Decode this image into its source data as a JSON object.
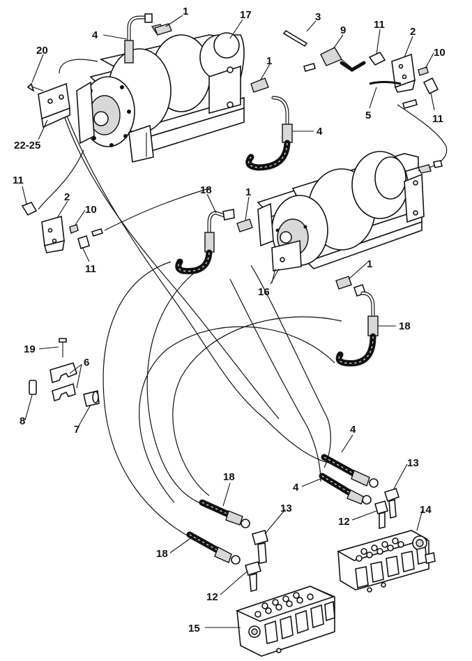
{
  "diagram": {
    "callouts": [
      {
        "id": "c01",
        "text": "1"
      },
      {
        "id": "c02",
        "text": "17"
      },
      {
        "id": "c03",
        "text": "4"
      },
      {
        "id": "c04",
        "text": "20"
      },
      {
        "id": "c05",
        "text": "22-25"
      },
      {
        "id": "c06",
        "text": "3"
      },
      {
        "id": "c07",
        "text": "9"
      },
      {
        "id": "c08",
        "text": "11"
      },
      {
        "id": "c09",
        "text": "2"
      },
      {
        "id": "c10",
        "text": "10"
      },
      {
        "id": "c11",
        "text": "1"
      },
      {
        "id": "c12",
        "text": "5"
      },
      {
        "id": "c13",
        "text": "11"
      },
      {
        "id": "c14",
        "text": "4"
      },
      {
        "id": "c15",
        "text": "11"
      },
      {
        "id": "c16",
        "text": "2"
      },
      {
        "id": "c17",
        "text": "10"
      },
      {
        "id": "c18",
        "text": "11"
      },
      {
        "id": "c19",
        "text": "18"
      },
      {
        "id": "c20",
        "text": "1"
      },
      {
        "id": "c21",
        "text": "1"
      },
      {
        "id": "c22",
        "text": "16"
      },
      {
        "id": "c23",
        "text": "18"
      },
      {
        "id": "c24",
        "text": "19"
      },
      {
        "id": "c25",
        "text": "6"
      },
      {
        "id": "c26",
        "text": "8"
      },
      {
        "id": "c27",
        "text": "7"
      },
      {
        "id": "c28",
        "text": "4"
      },
      {
        "id": "c29",
        "text": "13"
      },
      {
        "id": "c30",
        "text": "4"
      },
      {
        "id": "c31",
        "text": "14"
      },
      {
        "id": "c32",
        "text": "12"
      },
      {
        "id": "c33",
        "text": "18"
      },
      {
        "id": "c34",
        "text": "13"
      },
      {
        "id": "c35",
        "text": "18"
      },
      {
        "id": "c36",
        "text": "12"
      },
      {
        "id": "c37",
        "text": "15"
      }
    ]
  }
}
